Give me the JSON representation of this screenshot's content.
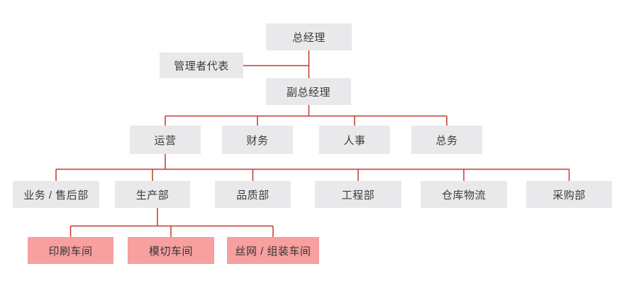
{
  "diagram": {
    "type": "org-chart",
    "colors": {
      "node_bg": "#e9e9eb",
      "workshop_bg": "#f89f9f",
      "connector": "#c5382f",
      "text": "#3b3b3b",
      "background": "#ffffff"
    },
    "nodes": {
      "general_manager": {
        "label": "总经理",
        "level": 1,
        "parent": null,
        "highlighted": false
      },
      "management_representative": {
        "label": "管理者代表",
        "level": 1,
        "parent": "general_manager",
        "highlighted": false
      },
      "deputy_general_manager": {
        "label": "副总经理",
        "level": 2,
        "parent": "general_manager",
        "highlighted": false
      },
      "operations": {
        "label": "运营",
        "level": 3,
        "parent": "deputy_general_manager",
        "highlighted": false
      },
      "finance": {
        "label": "财务",
        "level": 3,
        "parent": "deputy_general_manager",
        "highlighted": false
      },
      "hr": {
        "label": "人事",
        "level": 3,
        "parent": "deputy_general_manager",
        "highlighted": false
      },
      "general_affairs": {
        "label": "总务",
        "level": 3,
        "parent": "deputy_general_manager",
        "highlighted": false
      },
      "sales_aftersales": {
        "label": "业务 / 售后部",
        "level": 4,
        "parent": "operations",
        "highlighted": false
      },
      "production": {
        "label": "生产部",
        "level": 4,
        "parent": "operations",
        "highlighted": false
      },
      "quality": {
        "label": "品质部",
        "level": 4,
        "parent": "operations",
        "highlighted": false
      },
      "engineering": {
        "label": "工程部",
        "level": 4,
        "parent": "operations",
        "highlighted": false
      },
      "warehouse_logistics": {
        "label": "仓库物流",
        "level": 4,
        "parent": "operations",
        "highlighted": false
      },
      "purchasing": {
        "label": "采购部",
        "level": 4,
        "parent": "operations",
        "highlighted": false
      },
      "printing_workshop": {
        "label": "印刷车间",
        "level": 5,
        "parent": "production",
        "highlighted": true
      },
      "diecutting_workshop": {
        "label": "模切车间",
        "level": 5,
        "parent": "production",
        "highlighted": true
      },
      "screen_assembly_workshop": {
        "label": "丝网 / 组装车间",
        "level": 5,
        "parent": "production",
        "highlighted": true
      }
    }
  }
}
